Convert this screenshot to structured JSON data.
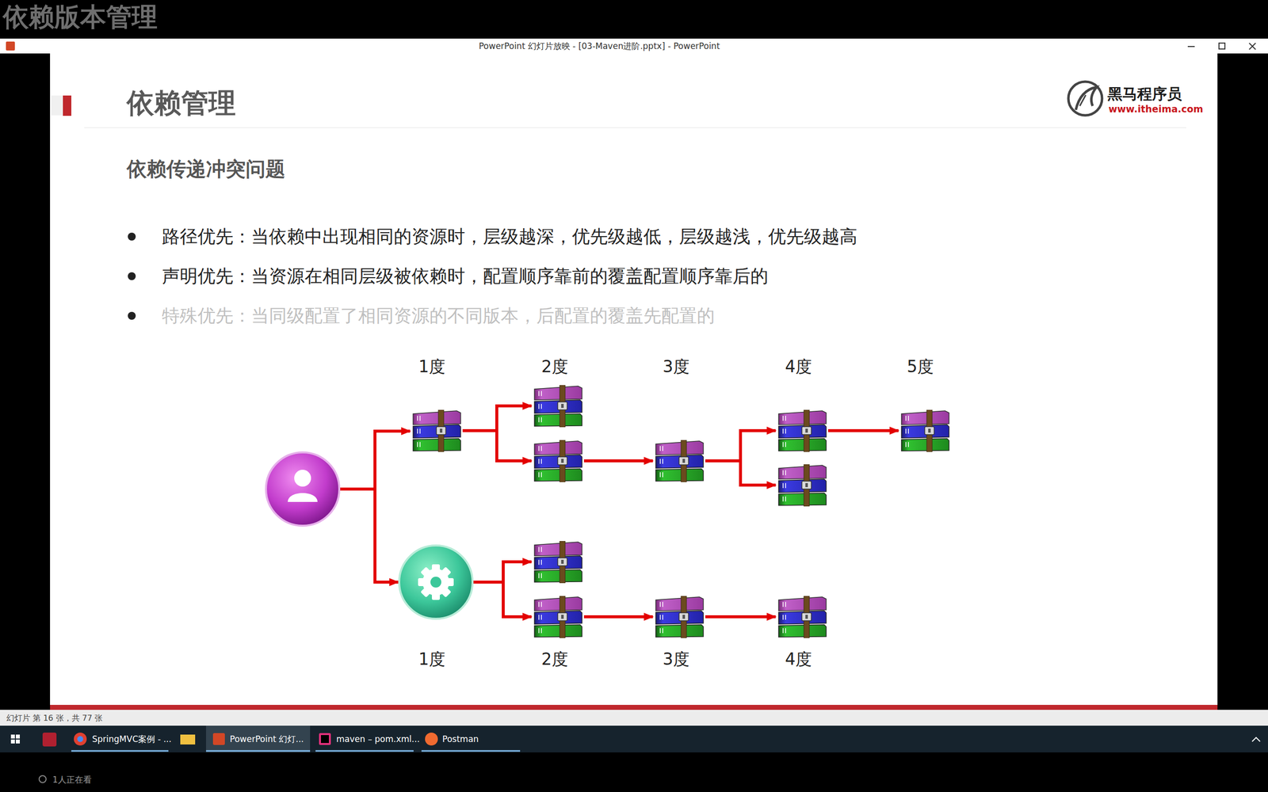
{
  "diagram": {
    "title": "依赖管理",
    "labels": [
      "依赖版本管理",
      "PowerPoint 幻灯片放映 - [03-Maven进阶.pptx] - PowerPoint",
      "依赖传递冲突问题",
      "路径优先：当依赖中出现相同的资源时，层级越深，优先级越低，层级越浅，优先级越高",
      "声明优先：当资源在相同层级被依赖时，配置顺序靠前的覆盖配置顺序靠后的",
      "特殊优先：当同级配置了相同资源的不同版本，后配置的覆盖先配置的",
      "1度",
      "2度",
      "3度",
      "4度",
      "5度",
      "1度",
      "2度",
      "3度",
      "4度",
      "黑马程序员",
      "www.itheima.com",
      "幻灯片 第 16 张，共 77 张",
      "SpringMVC案例 - ...",
      "PowerPoint 幻灯...",
      "maven – pom.xml...",
      "Postman",
      "1人正在看"
    ]
  }
}
